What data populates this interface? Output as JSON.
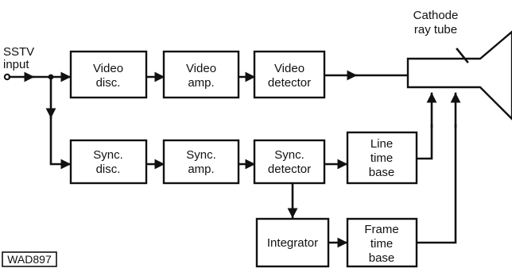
{
  "diagram": {
    "input_label": [
      "SSTV",
      "input"
    ],
    "crt_label": [
      "Cathode",
      "ray tube"
    ],
    "reference": "WAD897",
    "blocks": {
      "video_disc": [
        "Video",
        "disc."
      ],
      "video_amp": [
        "Video",
        "amp."
      ],
      "video_detector": [
        "Video",
        "detector"
      ],
      "sync_disc": [
        "Sync.",
        "disc."
      ],
      "sync_amp": [
        "Sync.",
        "amp."
      ],
      "sync_detector": [
        "Sync.",
        "detector"
      ],
      "line_time_base": [
        "Line",
        "time",
        "base"
      ],
      "integrator": [
        "Integrator"
      ],
      "frame_time_base": [
        "Frame",
        "time",
        "base"
      ]
    }
  }
}
